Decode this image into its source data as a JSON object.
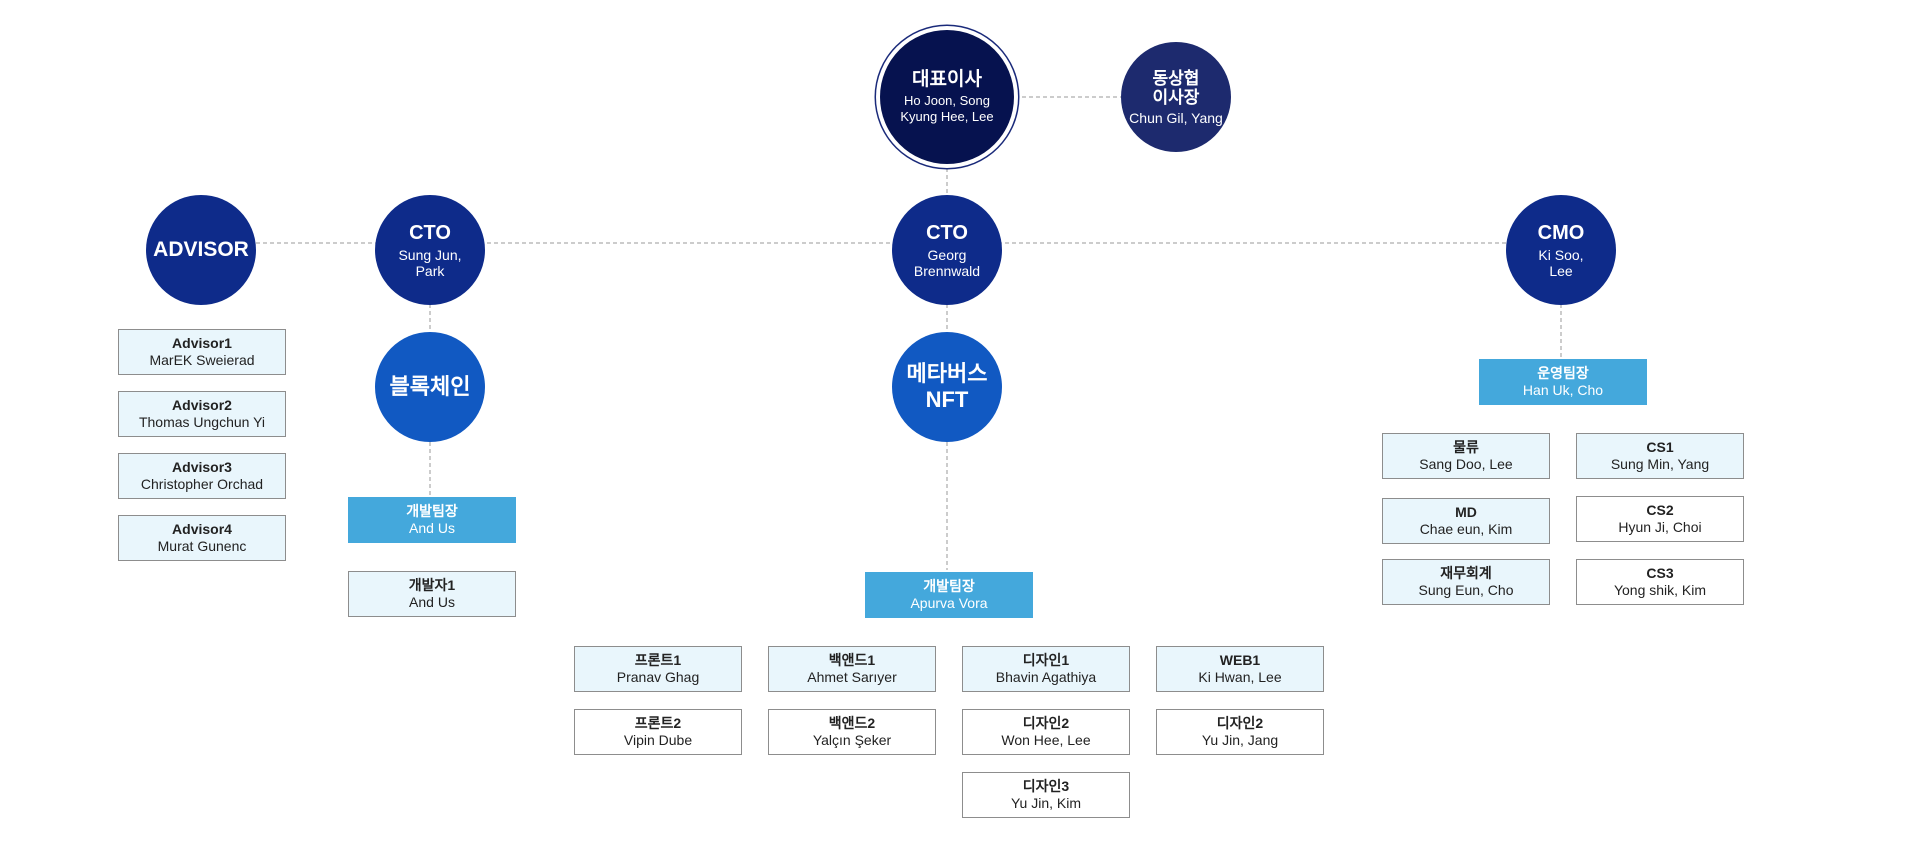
{
  "colors": {
    "ceo": "#06124f",
    "executive": "#0e2b8a",
    "department": "#1159c2",
    "team_lead": "#44a8dc",
    "member_light": "#e9f6fc",
    "connector": "#999999"
  },
  "ceo": {
    "title": "대표이사",
    "names": [
      "Ho Joon, Song",
      "Kyung Hee, Lee"
    ]
  },
  "vice_chair": {
    "title": "동상협\n이사장",
    "name": "Chun Gil, Yang"
  },
  "advisor": {
    "title": "ADVISOR",
    "members": [
      {
        "title": "Advisor1",
        "name": "MarEK Sweierad"
      },
      {
        "title": "Advisor2",
        "name": "Thomas Ungchun Yi"
      },
      {
        "title": "Advisor3",
        "name": "Christopher Orchad"
      },
      {
        "title": "Advisor4",
        "name": "Murat Gunenc"
      }
    ]
  },
  "cto_blockchain": {
    "title": "CTO",
    "names": [
      "Sung Jun,",
      "Park"
    ],
    "department": "블록체인",
    "lead": {
      "title": "개발팀장",
      "name": "And Us"
    },
    "members": [
      {
        "title": "개발자1",
        "name": "And Us"
      }
    ]
  },
  "cto_metaverse": {
    "title": "CTO",
    "names": [
      "Georg",
      "Brennwald"
    ],
    "department": "메타버스\nNFT",
    "lead": {
      "title": "개발팀장",
      "name": "Apurva Vora"
    },
    "members": [
      {
        "title": "프론트1",
        "name": "Pranav Ghag"
      },
      {
        "title": "프론트2",
        "name": "Vipin Dube"
      },
      {
        "title": "백앤드1",
        "name": "Ahmet Sarıyer"
      },
      {
        "title": "백앤드2",
        "name": "Yalçın Şeker"
      },
      {
        "title": "디자인1",
        "name": "Bhavin Agathiya"
      },
      {
        "title": "디자인2",
        "name": "Won Hee, Lee"
      },
      {
        "title": "디자인3",
        "name": "Yu Jin, Kim"
      },
      {
        "title": "WEB1",
        "name": "Ki Hwan, Lee"
      },
      {
        "title": "디자인2",
        "name": "Yu Jin, Jang"
      }
    ]
  },
  "cmo": {
    "title": "CMO",
    "names": [
      "Ki Soo,",
      "Lee"
    ],
    "lead": {
      "title": "운영팀장",
      "name": "Han Uk, Cho"
    },
    "members": [
      {
        "title": "물류",
        "name": "Sang Doo, Lee"
      },
      {
        "title": "MD",
        "name": "Chae eun, Kim"
      },
      {
        "title": "재무회계",
        "name": "Sung Eun, Cho"
      },
      {
        "title": "CS1",
        "name": "Sung Min, Yang"
      },
      {
        "title": "CS2",
        "name": "Hyun Ji, Choi"
      },
      {
        "title": "CS3",
        "name": "Yong shik, Kim"
      }
    ]
  }
}
